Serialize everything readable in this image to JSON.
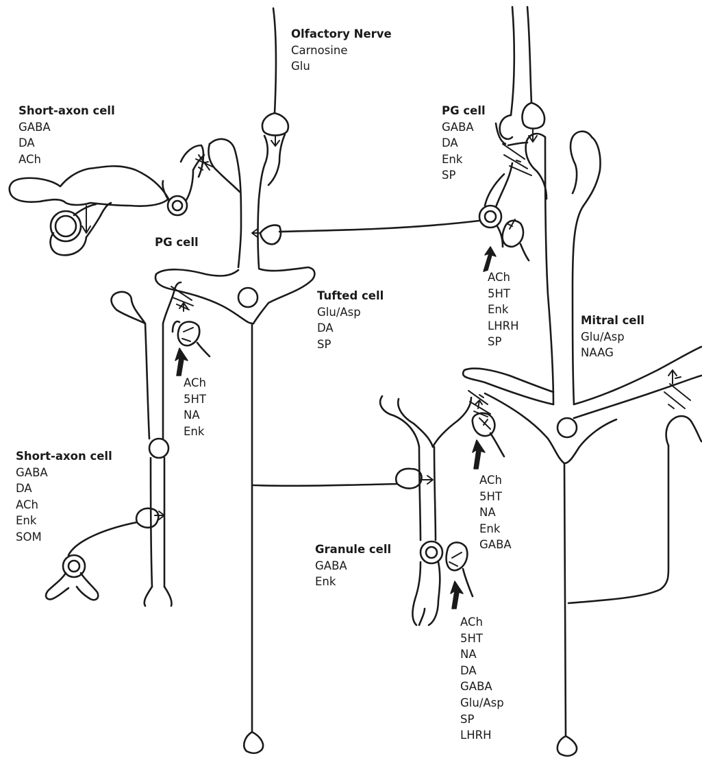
{
  "labels": {
    "olfactory_nerve": {
      "title": "Olfactory Nerve",
      "transmitters": [
        "Carnosine",
        "Glu"
      ]
    },
    "short_axon_cell_top": {
      "title": "Short-axon cell",
      "transmitters": [
        "GABA",
        "DA",
        "ACh"
      ]
    },
    "pg_cell_left": {
      "title": "PG cell",
      "transmitters": []
    },
    "pg_cell_right": {
      "title": "PG cell",
      "transmitters": [
        "GABA",
        "DA",
        "Enk",
        "SP"
      ]
    },
    "pg_cell_right_input": {
      "title": "",
      "transmitters": [
        "ACh",
        "5HT",
        "Enk",
        "LHRH",
        "SP"
      ]
    },
    "tufted_cell": {
      "title": "Tufted cell",
      "transmitters": [
        "Glu/Asp",
        "DA",
        "SP"
      ]
    },
    "tufted_left_input": {
      "title": "",
      "transmitters": [
        "ACh",
        "5HT",
        "NA",
        "Enk"
      ]
    },
    "mitral_cell": {
      "title": "Mitral cell",
      "transmitters": [
        "Glu/Asp",
        "NAAG"
      ]
    },
    "short_axon_cell_bottom": {
      "title": "Short-axon cell",
      "transmitters": [
        "GABA",
        "DA",
        "ACh",
        "Enk",
        "SOM"
      ]
    },
    "granule_upper_input": {
      "title": "",
      "transmitters": [
        "ACh",
        "5HT",
        "NA",
        "Enk",
        "GABA"
      ]
    },
    "granule_cell": {
      "title": "Granule cell",
      "transmitters": [
        "GABA",
        "Enk"
      ]
    },
    "granule_lower_input": {
      "title": "",
      "transmitters": [
        "ACh",
        "5HT",
        "NA",
        "DA",
        "GABA",
        "Glu/Asp",
        "SP",
        "LHRH"
      ]
    }
  }
}
